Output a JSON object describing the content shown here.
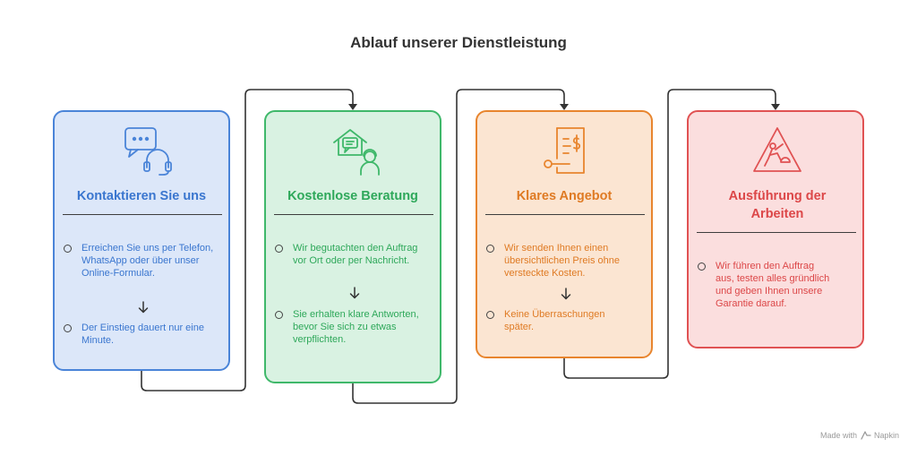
{
  "title": "Ablauf unserer Dienstleistung",
  "colors": {
    "blue": "#4a84d8",
    "blue_fill": "#dce7f9",
    "green": "#3fb86a",
    "green_fill": "#d9f2e2",
    "orange": "#e8852e",
    "orange_fill": "#fbe5d2",
    "red": "#e05253",
    "red_fill": "#fbdede",
    "connector": "#333333"
  },
  "steps": [
    {
      "title": "Kontaktieren Sie uns",
      "icon": "chat-headset-icon",
      "bullets": [
        "Erreichen Sie uns per Telefon, WhatsApp oder über unser Online-Formular.",
        "Der Einstieg dauert nur eine Minute."
      ]
    },
    {
      "title": "Kostenlose Beratung",
      "icon": "house-worker-icon",
      "bullets": [
        "Wir begutachten den Auftrag vor Ort oder per Nachricht.",
        "Sie erhalten klare Antworten, bevor Sie sich zu etwas verpflichten."
      ]
    },
    {
      "title": "Klares Angebot",
      "icon": "price-document-icon",
      "bullets": [
        "Wir senden Ihnen einen übersichtlichen Preis ohne versteckte Kosten.",
        "Keine Überraschungen später."
      ]
    },
    {
      "title": "Ausführung der Arbeiten",
      "icon": "construction-sign-icon",
      "bullets": [
        "Wir führen den Auftrag aus, testen alles gründlich und geben Ihnen unsere Garantie darauf."
      ]
    }
  ],
  "watermark": {
    "prefix": "Made with",
    "brand": "Napkin"
  }
}
